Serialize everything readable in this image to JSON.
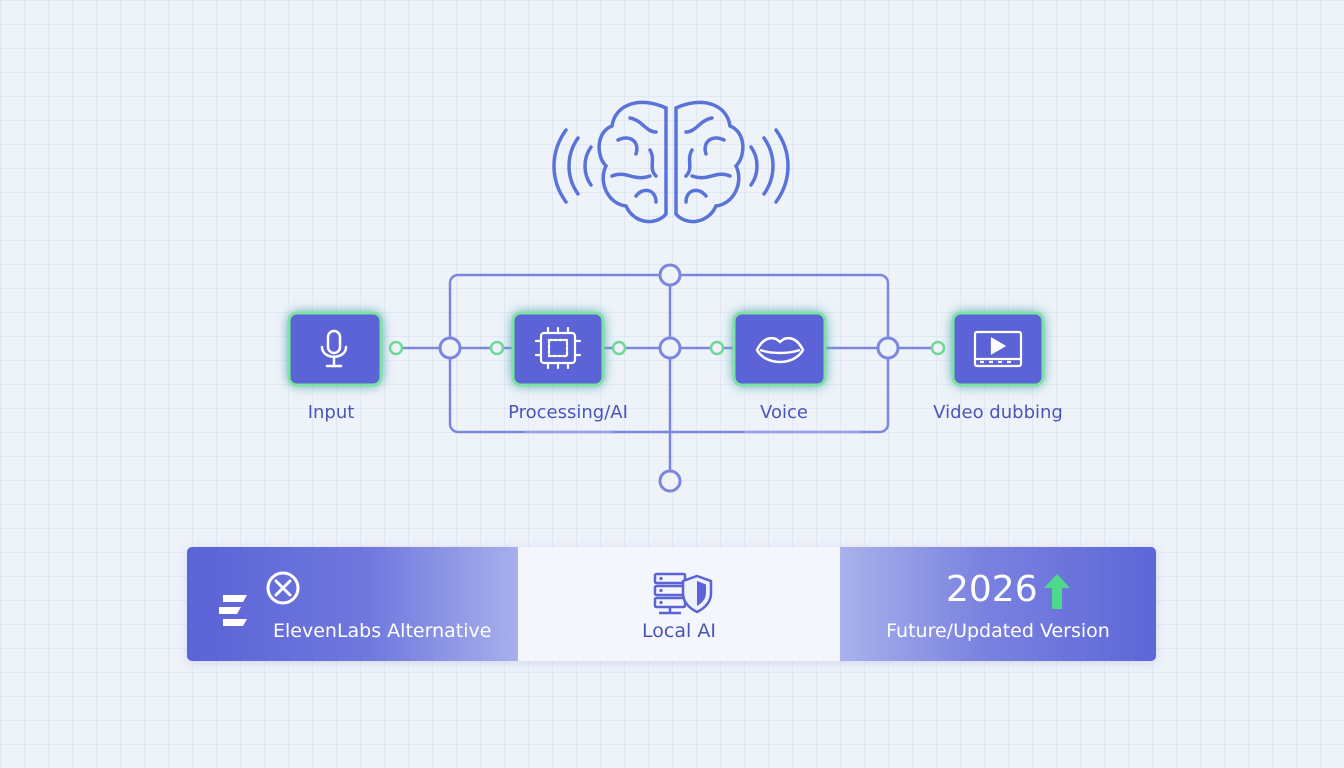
{
  "diagram": {
    "steps": [
      {
        "label": "Input",
        "icon": "microphone-icon"
      },
      {
        "label": "Processing/AI",
        "icon": "chip-icon"
      },
      {
        "label": "Voice",
        "icon": "lips-icon"
      },
      {
        "label": "Video dubbing",
        "icon": "video-player-icon"
      }
    ],
    "header_icon": "brain-sound-waves-icon"
  },
  "banner": {
    "left": {
      "label": "ElevenLabs Alternative",
      "icons": [
        "elevenlabs-logo-icon",
        "close-circle-icon"
      ]
    },
    "center": {
      "label": "Local AI",
      "icon": "server-shield-icon"
    },
    "right": {
      "year": "2026",
      "label": "Future/Updated Version",
      "icon": "arrow-up-icon"
    }
  },
  "colors": {
    "accent": "#5b63d6",
    "node_border": "#7de3a0",
    "line": "#7c86dc",
    "background": "#eef2f9",
    "arrow": "#4cd98a"
  }
}
